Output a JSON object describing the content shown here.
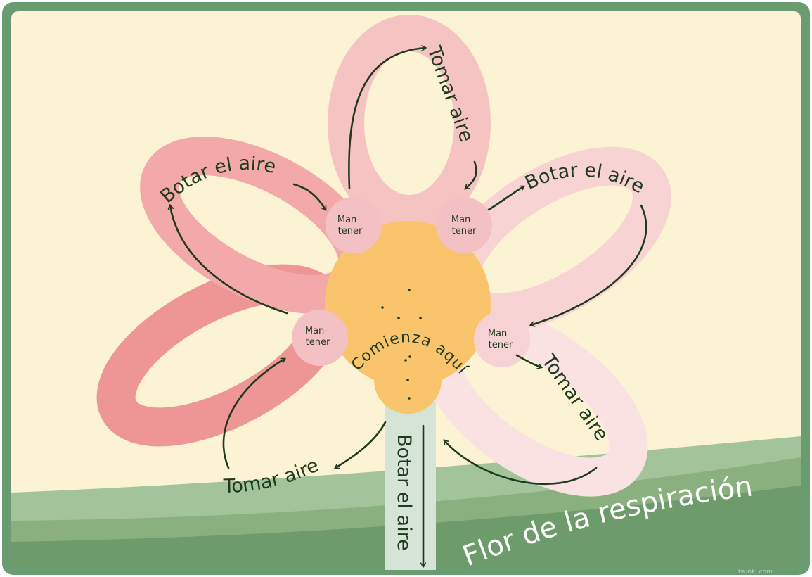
{
  "title": "Flor de la respiración",
  "center_label": "Comienza aquí",
  "hold_label": "Man-\ntener",
  "labels": {
    "top_petal": "Tomar aire",
    "upper_right_petal": "Botar el aire",
    "lower_right_petal": "Tomar aire",
    "stem": "Botar el aire",
    "lower_left_petal": "Tomar aire",
    "upper_left_petal": "Botar el aire"
  },
  "colors": {
    "frame": "#6a9c72",
    "background": "#fbf3d3",
    "center": "#f9c46c",
    "petal_top": "#f6c3c3",
    "petal_upper_right": "#f8d3d3",
    "petal_lower_right": "#fae2e2",
    "petal_lower_left": "#ee9595",
    "petal_upper_left": "#f3a9a9",
    "hold_circle": "#f3c0c4",
    "stem": "#d6e4d8",
    "hill_dark": "#6e9b6b",
    "hill_light": "#a3c49a",
    "ink": "#1f3a1f"
  },
  "watermark": "twinkl.com"
}
